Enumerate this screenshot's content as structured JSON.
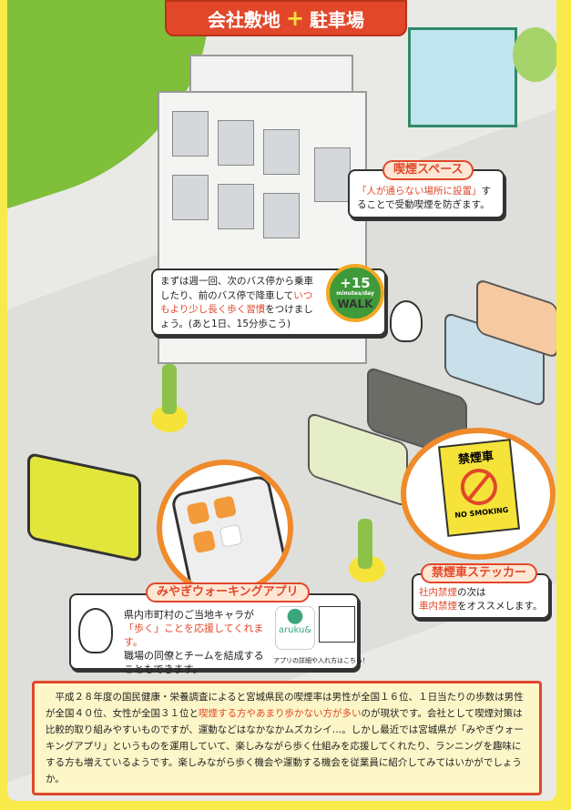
{
  "title": {
    "left": "会社敷地",
    "plus": "+",
    "right": "駐車場"
  },
  "smoking_space": {
    "label": "喫煙スペース",
    "highlight": "「人が通らない場所に設置」",
    "text1": "することで受動喫煙を防ぎます。"
  },
  "walk_tip": {
    "line1": "まずは週一回、次のバス停から乗車したり、前のバス停で降車して",
    "highlight": "いつもより少し長く歩く習慣",
    "line2": "をつけましょう。(あと1日、15分歩こう)",
    "badge": {
      "value": "+15",
      "unit": "minutes/day",
      "word": "WALK"
    }
  },
  "app": {
    "label": "みやぎウォーキングアプリ",
    "line1": "県内市町村のご当地キャラが",
    "highlight": "「歩く」ことを応援してくれます。",
    "line2": "職場の同僚とチームを結成することもできます。",
    "app_name": "aruku&",
    "qr_caption": "アプリの詳細や入れ方はこちら！"
  },
  "sticker": {
    "label": "禁煙車ステッカー",
    "sign_title": "禁煙車",
    "sign_text": "NO SMOKING",
    "h1": "社内禁煙",
    "t1": "の次は",
    "h2": "車内禁煙",
    "t2": "をオススメします。"
  },
  "bottom": {
    "p1": "　平成２８年度の国民健康・栄養調査によると宮城県民の喫煙率は男性が全国１６位、１日当たりの歩数は男性が全国４０位、女性が全国３１位と",
    "highlight": "喫煙する方やあまり歩かない方が多い",
    "p2": "のが現状です。会社として喫煙対策は比較的取り組みやすいものですが、運動などはなかなかムズカシイ…。しかし最近では宮城県が「みやぎウォーキングアプリ」というものを運用していて、楽しみながら歩く仕組みを応援してくれたり、ランニングを趣味にする方も増えているようです。楽しみながら歩く機会や運動する機会を従業員に紹介してみてはいかがでしょうか。"
  }
}
